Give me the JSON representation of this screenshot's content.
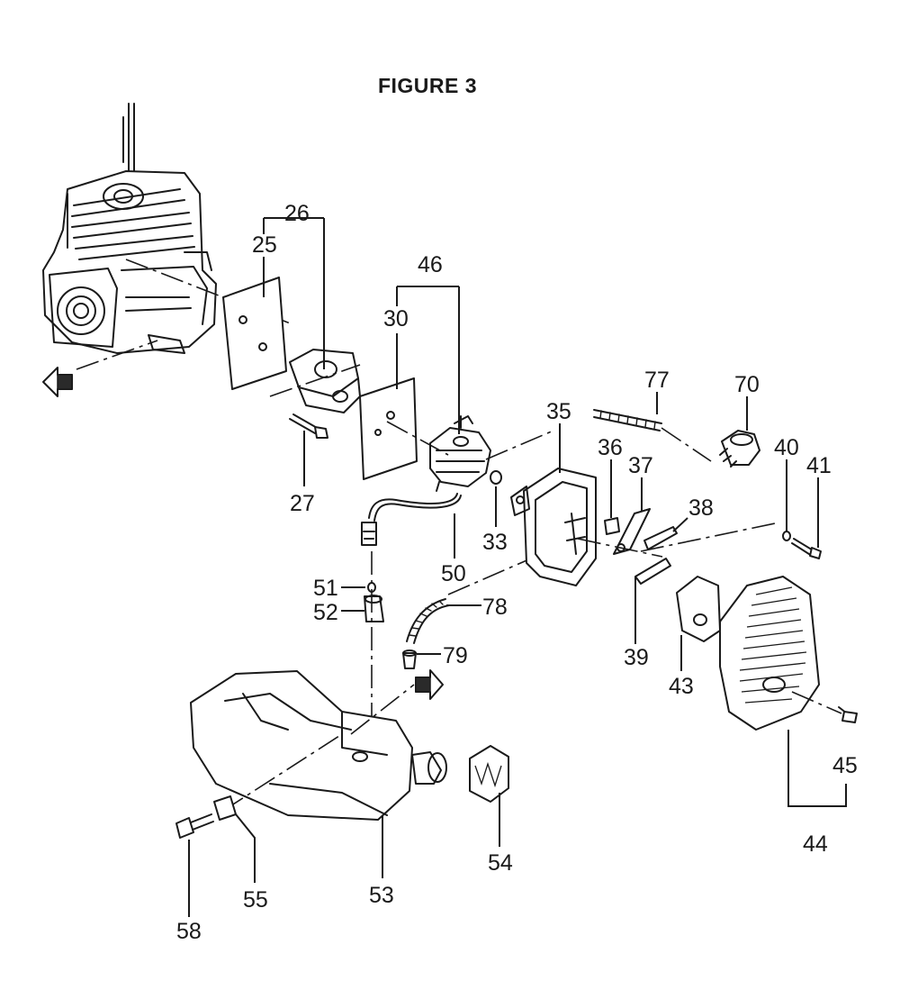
{
  "figure_title": "FIGURE 3",
  "callouts": {
    "p25": "25",
    "p26": "26",
    "p27": "27",
    "p30": "30",
    "p33": "33",
    "p35": "35",
    "p36": "36",
    "p37": "37",
    "p38": "38",
    "p39": "39",
    "p40": "40",
    "p41": "41",
    "p43": "43",
    "p44": "44",
    "p45": "45",
    "p46": "46",
    "p50": "50",
    "p51": "51",
    "p52": "52",
    "p53": "53",
    "p54": "54",
    "p55": "55",
    "p58": "58",
    "p70": "70",
    "p77": "77",
    "p78": "78",
    "p79": "79"
  }
}
